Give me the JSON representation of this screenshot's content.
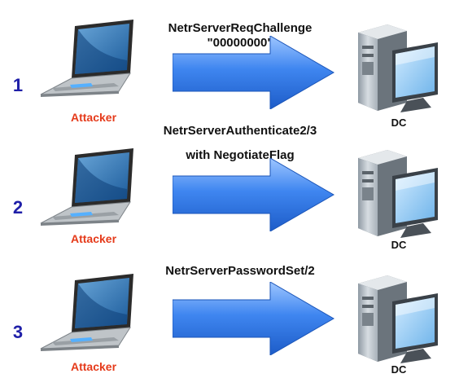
{
  "steps": [
    {
      "number": "1",
      "attacker_label": "Attacker",
      "message_lines": [
        "NetrServerReqChallenge",
        "\"00000000\""
      ],
      "target_label": "DC"
    },
    {
      "number": "2",
      "attacker_label": "Attacker",
      "message_lines": [
        "NetrServerAuthenticate2/3",
        "with NegotiateFlag"
      ],
      "target_label": "DC"
    },
    {
      "number": "3",
      "attacker_label": "Attacker",
      "message_lines": [
        "NetrServerPasswordSet/2"
      ],
      "target_label": "DC"
    }
  ],
  "icons": {
    "attacker": "laptop-icon",
    "target": "server-computer-icon",
    "flow": "arrow-right-icon"
  },
  "colors": {
    "step_number": "#1f1fa8",
    "attacker_label": "#e53a1a",
    "arrow": "#2a72e0",
    "text": "#111111"
  }
}
